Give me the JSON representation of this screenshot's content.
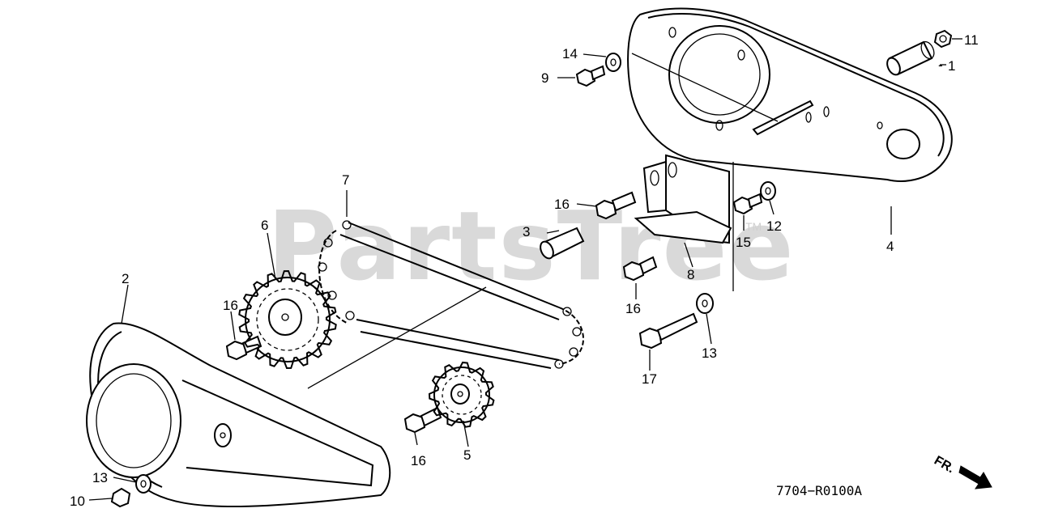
{
  "watermark": {
    "text": "PartsTree",
    "tm": "TM"
  },
  "diagram_code": "7704−R0100A",
  "direction_label": "FR.",
  "callouts": {
    "c1": "1",
    "c2": "2",
    "c3": "3",
    "c4": "4",
    "c5": "5",
    "c6": "6",
    "c7": "7",
    "c8": "8",
    "c9": "9",
    "c10": "10",
    "c11": "11",
    "c12": "12",
    "c13a": "13",
    "c13b": "13",
    "c14": "14",
    "c15": "15",
    "c16a": "16",
    "c16b": "16",
    "c16c": "16",
    "c16d": "16",
    "c17": "17"
  }
}
